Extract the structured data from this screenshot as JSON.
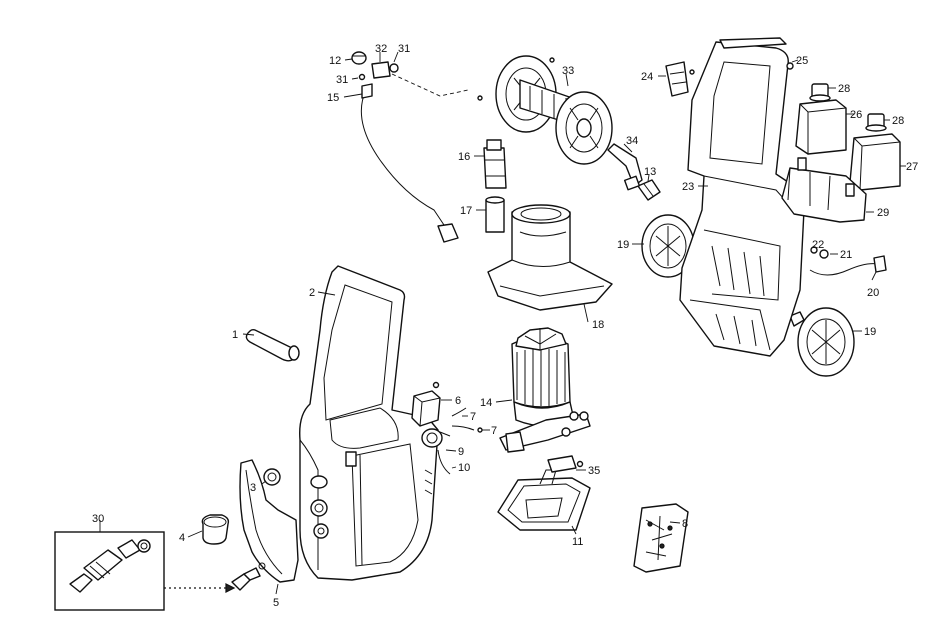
{
  "callouts": [
    "1",
    "2",
    "3",
    "4",
    "5",
    "6",
    "7",
    "7",
    "8",
    "9",
    "10",
    "11",
    "12",
    "13",
    "14",
    "15",
    "16",
    "17",
    "18",
    "19",
    "19",
    "20",
    "21",
    "22",
    "23",
    "24",
    "25",
    "26",
    "27",
    "28",
    "28",
    "29",
    "30",
    "31",
    "31",
    "32",
    "33",
    "34",
    "35"
  ],
  "colors": {
    "ink": "#111111",
    "paper": "#ffffff",
    "shade": "#d9d9d9"
  }
}
